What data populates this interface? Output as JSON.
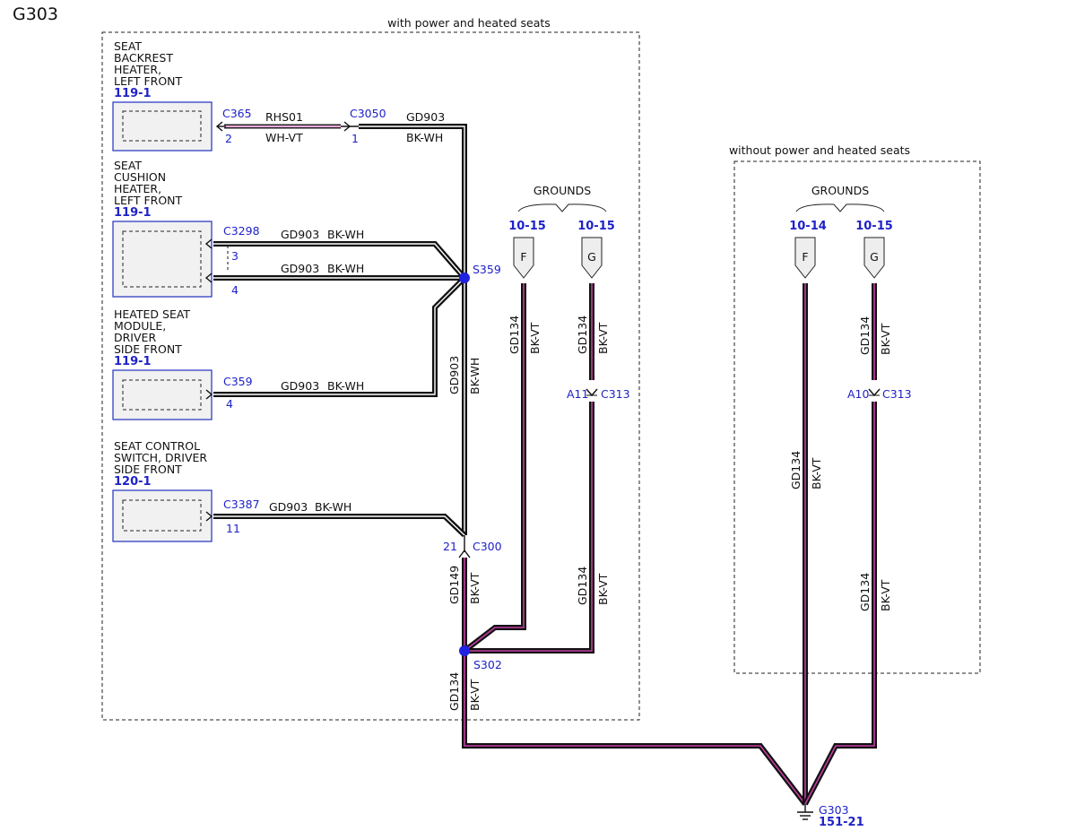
{
  "page": {
    "title": "G303"
  },
  "zones": {
    "with": "with power and heated seats",
    "without": "without power and heated seats"
  },
  "components": {
    "backrest": {
      "lines": [
        "SEAT",
        "BACKREST",
        "HEATER,",
        "LEFT FRONT"
      ],
      "ref": "119-1"
    },
    "cushion": {
      "lines": [
        "SEAT",
        "CUSHION",
        "HEATER,",
        "LEFT FRONT"
      ],
      "ref": "119-1"
    },
    "module": {
      "lines": [
        "HEATED SEAT",
        "MODULE,",
        "DRIVER",
        "SIDE FRONT"
      ],
      "ref": "119-1"
    },
    "switch": {
      "lines": [
        "SEAT CONTROL",
        "SWITCH, DRIVER",
        "SIDE FRONT"
      ],
      "ref": "120-1"
    }
  },
  "connectors": {
    "c365": {
      "name": "C365",
      "pin": "2"
    },
    "c3050": {
      "name": "C3050",
      "pin": "1"
    },
    "c3298": {
      "name": "C3298",
      "pin_a": "3",
      "pin_b": "4"
    },
    "c359": {
      "name": "C359",
      "pin": "4"
    },
    "c3387": {
      "name": "C3387",
      "pin": "11"
    },
    "c300": {
      "name": "C300",
      "pin": "21"
    },
    "c313_left": {
      "name": "C313",
      "pin": "A11"
    },
    "c313_right": {
      "name": "C313",
      "pin": "A10"
    }
  },
  "splices": {
    "s359": "S359",
    "s302": "S302"
  },
  "wires": {
    "rhs01": {
      "circuit": "RHS01",
      "color": "WH-VT"
    },
    "gd903": {
      "circuit": "GD903",
      "color": "BK-WH"
    },
    "gd149": {
      "circuit": "GD149",
      "color": "BK-VT"
    },
    "gd134": {
      "circuit": "GD134",
      "color": "BK-VT"
    }
  },
  "grounds_group": {
    "label": "GROUNDS",
    "left_refs": [
      "10-15",
      "10-15"
    ],
    "right_refs": [
      "10-14",
      "10-15"
    ],
    "letters": [
      "F",
      "G"
    ]
  },
  "ground_point": {
    "name": "G303",
    "ref": "151-21"
  }
}
